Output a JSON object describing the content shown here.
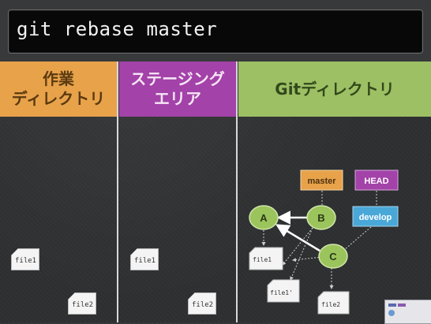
{
  "command": {
    "text": "git rebase master"
  },
  "columns": [
    {
      "line1": "作業",
      "line2": "ディレクトリ"
    },
    {
      "line1": "ステージング",
      "line2": "エリア"
    },
    {
      "line1": "Gitディレクトリ",
      "line2": ""
    }
  ],
  "working_dir_files": [
    "file1",
    "file2"
  ],
  "staging_files": [
    "file1",
    "file2"
  ],
  "git": {
    "commits": [
      "A",
      "B",
      "C"
    ],
    "refs": {
      "master": "master",
      "head": "HEAD",
      "develop": "develop"
    },
    "files": [
      "file1",
      "file1'",
      "file2"
    ]
  },
  "colors": {
    "work": "#e8a24a",
    "staging": "#a342a8",
    "git": "#9cc063",
    "commit_node": "#9cc45c",
    "master_ref": "#e8a24a",
    "head_ref": "#a342a8",
    "develop_ref": "#4aa8d8"
  }
}
